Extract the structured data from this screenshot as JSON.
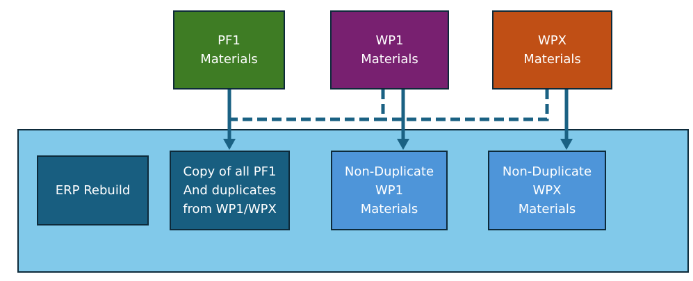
{
  "diagram": {
    "colors": {
      "pf1": "#3e7c24",
      "wp1": "#782070",
      "wpx": "#c04f15",
      "container": "#81c9ea",
      "dark_box": "#185e80",
      "light_box": "#4e95d9",
      "connector": "#1a6183"
    },
    "sources": [
      {
        "id": "pf1",
        "label": "PF1\nMaterials"
      },
      {
        "id": "wp1",
        "label": "WP1\nMaterials"
      },
      {
        "id": "wpx",
        "label": "WPX\nMaterials"
      }
    ],
    "container": {
      "boxes": [
        {
          "id": "erp",
          "label": "ERP Rebuild"
        },
        {
          "id": "copy",
          "label": "Copy of all PF1\nAnd duplicates\nfrom WP1/WPX"
        },
        {
          "id": "wp1-nondup",
          "label": "Non-Duplicate\nWP1\nMaterials"
        },
        {
          "id": "wpx-nondup",
          "label": "Non-Duplicate\nWPX\nMaterials"
        }
      ]
    },
    "connections": [
      {
        "from": "pf1",
        "to": "copy",
        "style": "solid"
      },
      {
        "from": "wp1",
        "to": "wp1-nondup",
        "style": "solid"
      },
      {
        "from": "wpx",
        "to": "wpx-nondup",
        "style": "solid"
      },
      {
        "from": "wp1",
        "to": "copy",
        "style": "dashed"
      },
      {
        "from": "wpx",
        "to": "copy",
        "style": "dashed"
      }
    ]
  }
}
